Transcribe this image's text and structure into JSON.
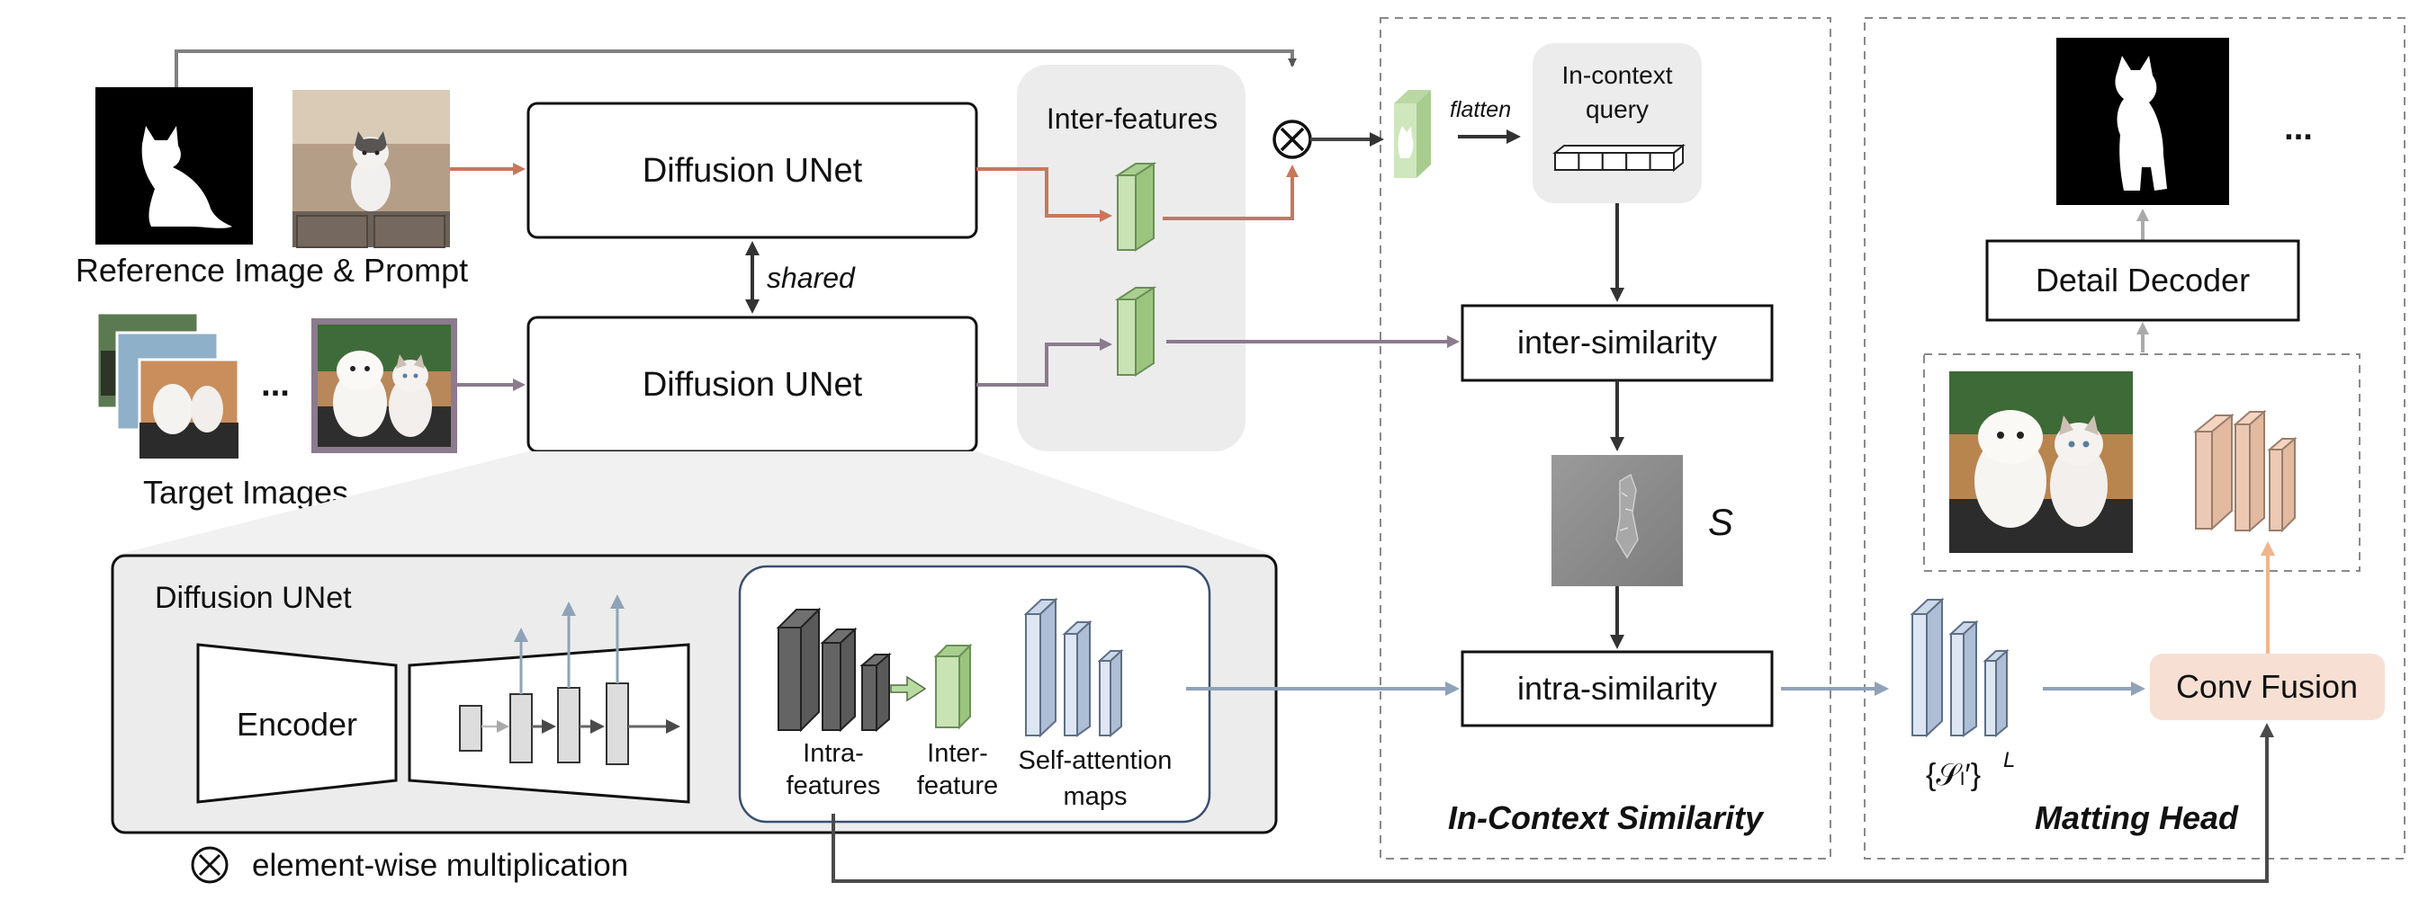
{
  "labels": {
    "reference_caption": "Reference Image & Prompt",
    "target_caption": "Target Images",
    "unet_top": "Diffusion UNet",
    "unet_bottom": "Diffusion UNet",
    "shared": "shared",
    "inter_features": "Inter-features",
    "flatten": "flatten",
    "query_line1": "In-context",
    "query_line2": "query",
    "inter_similarity": "inter-similarity",
    "intra_similarity": "intra-similarity",
    "similarity_symbol": "S",
    "ellipsis_targets": "...",
    "ellipsis_output": "...",
    "detail_decoder": "Detail Decoder",
    "conv_fusion": "Conv Fusion",
    "self_attn_set": "{𝒮ₗ′}",
    "self_attn_set_sup": "L",
    "section_similarity": "In-Context Similarity",
    "section_matting": "Matting Head",
    "unet_detail_title": "Diffusion UNet",
    "encoder": "Encoder",
    "intra_features_1": "Intra-",
    "intra_features_2": "features",
    "inter_feature_1": "Inter-",
    "inter_feature_2": "feature",
    "self_attention_1": "Self-attention",
    "self_attention_2": "maps",
    "legend_symbol": "⊗",
    "legend_text": "element-wise multiplication"
  },
  "colors": {
    "reference_arrow": "#c8775a",
    "target_arrow": "#8c7a8e",
    "gray_arrow": "#555555",
    "blue_arrow": "#8fa2b8",
    "feature_green": "#c9e3b4",
    "feature_blue": "#c2d1e5",
    "conv_fusion_fill": "#f7e0d3",
    "decoder_blocks": "#ecc9b5",
    "panel_gray": "#ececec"
  },
  "icons": {
    "multiply": "circle-times-icon",
    "cat_mask": "cat-silhouette-icon",
    "cat_photo": "cat-photo-icon",
    "puppy_kitten_photo": "puppy-kitten-photo-icon"
  }
}
